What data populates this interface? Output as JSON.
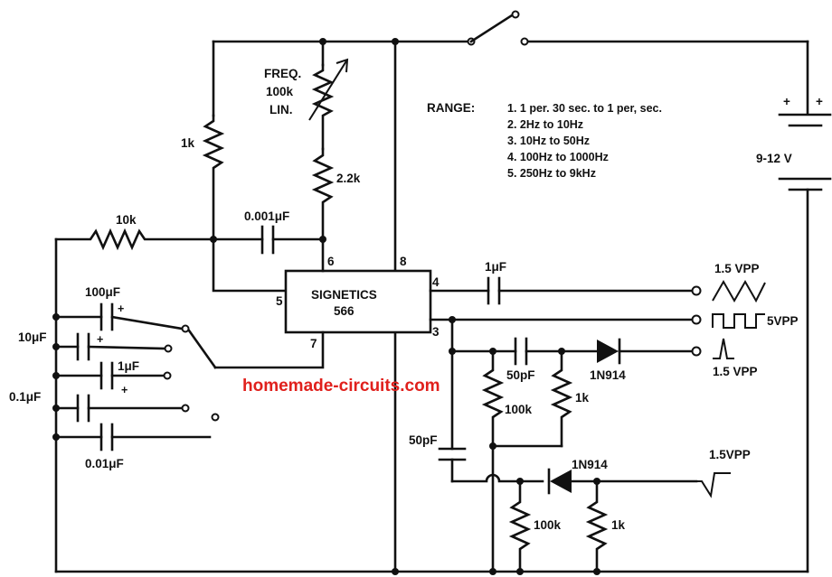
{
  "ic": {
    "name": "SIGNETICS",
    "part": "566",
    "pins": {
      "p4": "4",
      "p5": "5",
      "p6": "6",
      "p7": "7",
      "p8": "8",
      "p3": "3"
    }
  },
  "freq_pot": {
    "line1": "FREQ.",
    "line2": "100k",
    "line3": "LIN."
  },
  "components": {
    "r_1k_left": "1k",
    "r_2k2": "2.2k",
    "r_10k": "10k",
    "c_0001": "0.001μF",
    "c_1uf_out": "1μF",
    "c_100uf": "100μF",
    "c_10uf": "10μF",
    "c_1uf": "1μF",
    "c_01uf": "0.1μF",
    "c_001uf": "0.01μF",
    "c_50pf_top": "50pF",
    "r_100k_top": "100k",
    "r_1k_top": "1k",
    "c_50pf_bottom": "50pF",
    "r_100k_bottom": "100k",
    "r_1k_bottom": "1k",
    "d_top": "1N914",
    "d_bottom": "1N914"
  },
  "supply": {
    "label": "9-12 V",
    "plus1": "+",
    "plus2": "+"
  },
  "range": {
    "title": "RANGE:",
    "items": [
      "1. 1 per. 30 sec. to 1 per, sec.",
      "2. 2Hz to 10Hz",
      "3. 10Hz to 50Hz",
      "4. 100Hz to 1000Hz",
      "5. 250Hz to 9kHz"
    ]
  },
  "outputs": {
    "triangle": "1.5 VPP",
    "square": "5VPP",
    "pulse": "1.5 VPP",
    "neg_pulse": "1.5VPP"
  },
  "cap_polarity": {
    "plus_a": "+",
    "plus_b": "+",
    "plus_c": "+"
  },
  "watermark": "homemade-circuits.com"
}
